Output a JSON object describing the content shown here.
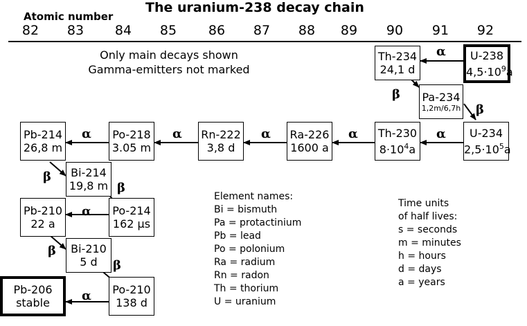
{
  "title": "The uranium-238 decay chain",
  "atomic_number_label": "Atomic number",
  "atomic_numbers": [
    "82",
    "83",
    "84",
    "85",
    "86",
    "87",
    "88",
    "89",
    "90",
    "91",
    "92"
  ],
  "notes": [
    "Only main decays shown",
    "Gamma-emitters not marked"
  ],
  "boxes": {
    "u238": {
      "name": "U-238",
      "life": "4,5·10",
      "exp": "9",
      "unit": "a"
    },
    "th234": {
      "name": "Th-234",
      "life": "24,1 d"
    },
    "pa234": {
      "name": "Pa-234",
      "life": "1,2m/6,7h"
    },
    "u234": {
      "name": "U-234",
      "life": "2,5·10",
      "exp": "5",
      "unit": "a"
    },
    "th230": {
      "name": "Th-230",
      "life": "8·10",
      "exp": "4",
      "unit": "a"
    },
    "ra226": {
      "name": "Ra-226",
      "life": "1600 a"
    },
    "rn222": {
      "name": "Rn-222",
      "life": "3,8 d"
    },
    "po218": {
      "name": "Po-218",
      "life": "3.05 m"
    },
    "pb214": {
      "name": "Pb-214",
      "life": "26,8 m"
    },
    "bi214": {
      "name": "Bi-214",
      "life": "19,8 m"
    },
    "po214": {
      "name": "Po-214",
      "life": "162 µs"
    },
    "pb210": {
      "name": "Pb-210",
      "life": "22 a"
    },
    "bi210": {
      "name": "Bi-210",
      "life": "5 d"
    },
    "po210": {
      "name": "Po-210",
      "life": "138 d"
    },
    "pb206": {
      "name": "Pb-206",
      "life": "stable"
    }
  },
  "decay_symbols": {
    "alpha": "α",
    "beta": "β"
  },
  "element_names": {
    "heading": "Element names:",
    "items": [
      "Bi = bismuth",
      "Pa = protactinium",
      "Pb = lead",
      "Po = polonium",
      "Ra = radium",
      "Rn = radon",
      "Th = thorium",
      "U = uranium"
    ]
  },
  "time_units": {
    "heading": [
      "Time units",
      "of half lives:"
    ],
    "items": [
      "s = seconds",
      "m = minutes",
      "h = hours",
      "d = days",
      "a = years"
    ]
  }
}
